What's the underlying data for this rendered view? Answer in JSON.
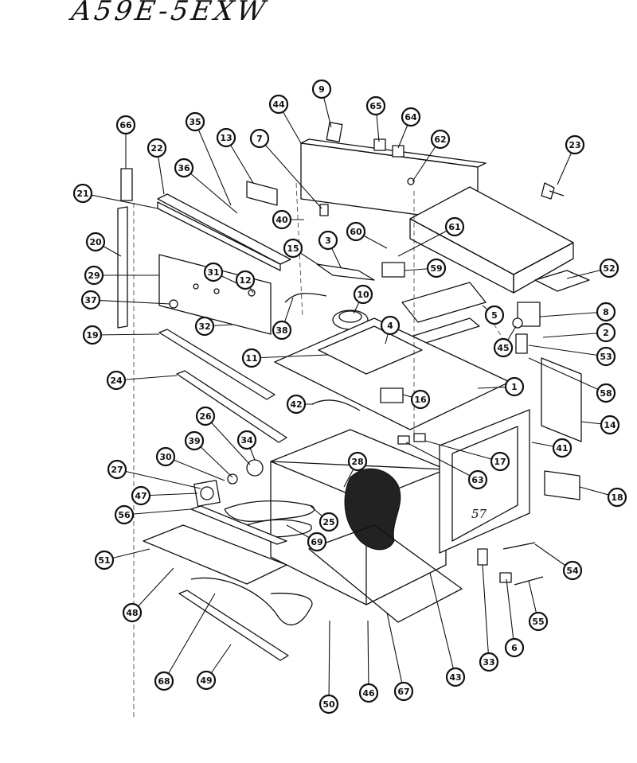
{
  "title": "A59E-5EXW",
  "handwritten_label": "57",
  "callouts": [
    {
      "id": "9",
      "label": "9"
    },
    {
      "id": "44",
      "label": "44"
    },
    {
      "id": "65",
      "label": "65"
    },
    {
      "id": "64",
      "label": "64"
    },
    {
      "id": "62",
      "label": "62"
    },
    {
      "id": "23",
      "label": "23"
    },
    {
      "id": "66",
      "label": "66"
    },
    {
      "id": "35",
      "label": "35"
    },
    {
      "id": "13",
      "label": "13"
    },
    {
      "id": "7",
      "label": "7"
    },
    {
      "id": "22",
      "label": "22"
    },
    {
      "id": "36",
      "label": "36"
    },
    {
      "id": "21",
      "label": "21"
    },
    {
      "id": "40",
      "label": "40"
    },
    {
      "id": "60",
      "label": "60"
    },
    {
      "id": "61",
      "label": "61"
    },
    {
      "id": "20",
      "label": "20"
    },
    {
      "id": "15",
      "label": "15"
    },
    {
      "id": "3",
      "label": "3"
    },
    {
      "id": "59",
      "label": "59"
    },
    {
      "id": "52",
      "label": "52"
    },
    {
      "id": "29",
      "label": "29"
    },
    {
      "id": "31",
      "label": "31"
    },
    {
      "id": "12",
      "label": "12"
    },
    {
      "id": "10",
      "label": "10"
    },
    {
      "id": "37",
      "label": "37"
    },
    {
      "id": "8",
      "label": "8"
    },
    {
      "id": "5",
      "label": "5"
    },
    {
      "id": "32",
      "label": "32"
    },
    {
      "id": "38",
      "label": "38"
    },
    {
      "id": "4",
      "label": "4"
    },
    {
      "id": "2",
      "label": "2"
    },
    {
      "id": "45",
      "label": "45"
    },
    {
      "id": "19",
      "label": "19"
    },
    {
      "id": "53",
      "label": "53"
    },
    {
      "id": "11",
      "label": "11"
    },
    {
      "id": "58",
      "label": "58"
    },
    {
      "id": "24",
      "label": "24"
    },
    {
      "id": "1",
      "label": "1"
    },
    {
      "id": "16",
      "label": "16"
    },
    {
      "id": "42",
      "label": "42"
    },
    {
      "id": "14",
      "label": "14"
    },
    {
      "id": "26",
      "label": "26"
    },
    {
      "id": "34",
      "label": "34"
    },
    {
      "id": "41",
      "label": "41"
    },
    {
      "id": "17",
      "label": "17"
    },
    {
      "id": "39",
      "label": "39"
    },
    {
      "id": "30",
      "label": "30"
    },
    {
      "id": "28",
      "label": "28"
    },
    {
      "id": "27",
      "label": "27"
    },
    {
      "id": "63",
      "label": "63"
    },
    {
      "id": "18",
      "label": "18"
    },
    {
      "id": "47",
      "label": "47"
    },
    {
      "id": "56",
      "label": "56"
    },
    {
      "id": "25",
      "label": "25"
    },
    {
      "id": "69",
      "label": "69"
    },
    {
      "id": "54",
      "label": "54"
    },
    {
      "id": "51",
      "label": "51"
    },
    {
      "id": "48",
      "label": "48"
    },
    {
      "id": "55",
      "label": "55"
    },
    {
      "id": "68",
      "label": "68"
    },
    {
      "id": "6",
      "label": "6"
    },
    {
      "id": "33",
      "label": "33"
    },
    {
      "id": "43",
      "label": "43"
    },
    {
      "id": "49",
      "label": "49"
    },
    {
      "id": "46",
      "label": "46"
    },
    {
      "id": "67",
      "label": "67"
    },
    {
      "id": "50",
      "label": "50"
    }
  ]
}
